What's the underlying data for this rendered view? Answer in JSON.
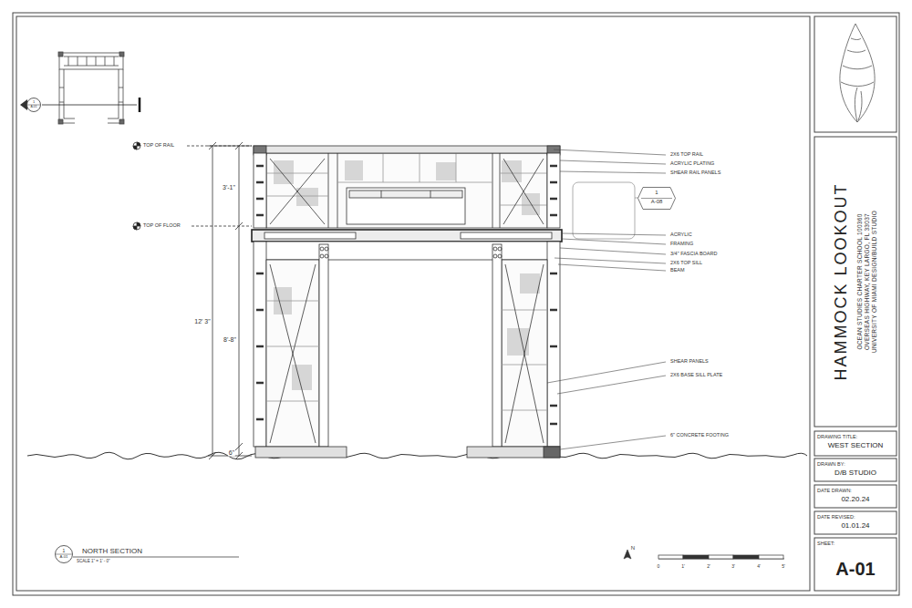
{
  "diagram": {
    "nodes": [
      {
        "text": [
          "HAMMOCK LOOKOUT",
          "OCEAN STUDIES CHARTER SCHOOL 100360 OVERSEAS HIGHWAY, KEY LARGO, FL 33037 UNIVERSITY OF MIAMI DESIGN/BUILD STUDIO"
        ]
      },
      {
        "text": [
          "DRAWING TITLE:",
          "WEST SECTION"
        ]
      },
      {
        "text": [
          "DRAWN BY:",
          "D/B STUDIO"
        ]
      },
      {
        "text": [
          "DATE DRAWN:",
          "02.20.24"
        ]
      },
      {
        "text": [
          "DATE REVISED:",
          "01.01.24"
        ]
      },
      {
        "text": [
          "SHEET:",
          "A-01"
        ]
      },
      {
        "text": [
          "1",
          "A-08"
        ]
      },
      {
        "text": [
          "1",
          "A-01"
        ]
      },
      {
        "text": [
          "1",
          "A-01"
        ]
      }
    ],
    "labels": [
      "TOP OF RAIL",
      "TOP OF FLOOR",
      "3'-1\"",
      "12' 3\"",
      "8'-8\"",
      "6\"",
      "2X6 TOP RAIL",
      "ACRYLIC PLATING",
      "SHEAR RAIL PANELS",
      "ACRYLIC",
      "FRAMING",
      "3/4\" FASCIA BOARD",
      "2X6 TOP SILL",
      "BEAM",
      "SHEAR PANELS",
      "2X6 BASE SILL PLATE",
      "6\" CONCRETE FOOTING",
      "NORTH SECTION",
      "SCALE 1\" = 1' - 0\"",
      "N",
      "0",
      "1'",
      "2'",
      "3'",
      "4'",
      "5'"
    ]
  }
}
